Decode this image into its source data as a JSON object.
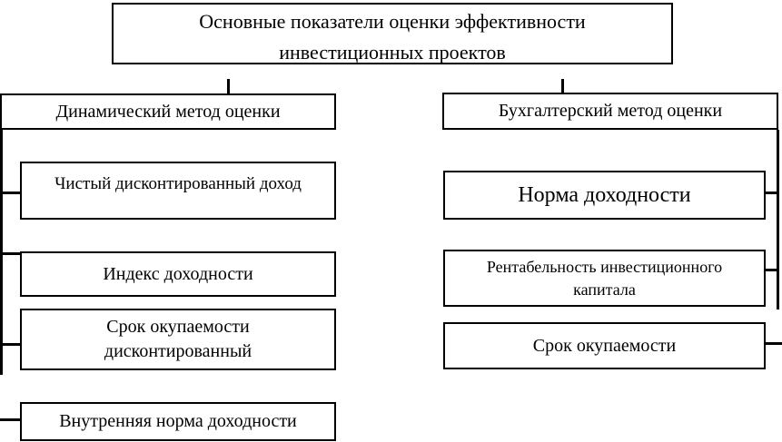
{
  "diagram": {
    "title": {
      "lines": [
        "Основные показатели оценки эффективности",
        "инвестиционных проектов"
      ]
    },
    "branches": [
      {
        "label": "Динамический метод оценки",
        "children": [
          {
            "lines": [
              "Чистый дисконтированный доход"
            ]
          },
          {
            "lines": [
              "Индекс доходности"
            ]
          },
          {
            "lines": [
              "Срок окупаемости",
              "дисконтированный"
            ]
          },
          {
            "lines": [
              "Внутренняя норма доходности"
            ]
          }
        ]
      },
      {
        "label": "Бухгалтерский метод оценки",
        "children": [
          {
            "lines": [
              "Норма доходности"
            ]
          },
          {
            "lines": [
              "Рентабельность инвестиционного",
              "капитала"
            ]
          },
          {
            "lines": [
              "Срок окупаемости"
            ]
          }
        ]
      }
    ],
    "colors": {
      "line": "#000000",
      "box_background": "#ffffff",
      "text": "#000000"
    }
  }
}
